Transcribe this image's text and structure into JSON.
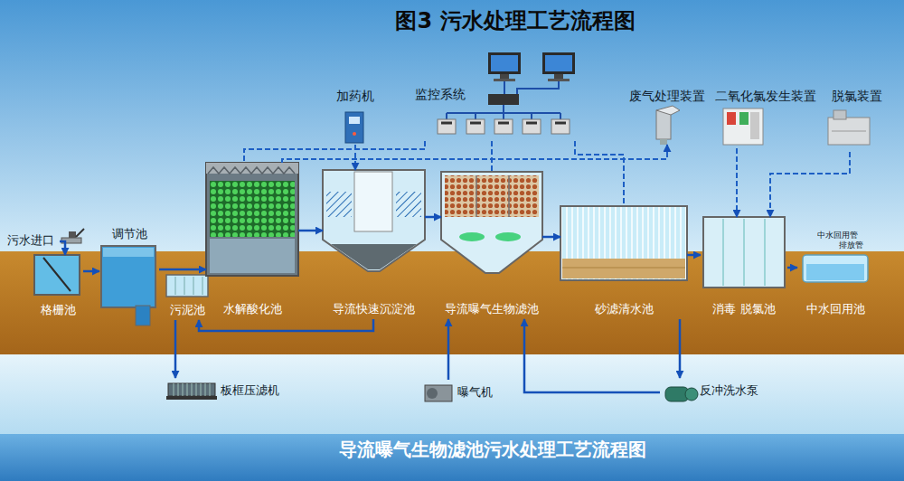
{
  "diagram": {
    "title": "图3 污水处理工艺流程图",
    "caption": "导流曝气生物滤池污水处理工艺流程图",
    "nodes": [
      {
        "text": [
          "污水进口"
        ]
      },
      {
        "text": [
          "格栅池"
        ]
      },
      {
        "text": [
          "调节池"
        ]
      },
      {
        "text": [
          "污泥池"
        ]
      },
      {
        "text": [
          "水解酸化池"
        ]
      },
      {
        "text": [
          "导流快速沉淀池"
        ]
      },
      {
        "text": [
          "导流曝气生物滤池"
        ]
      },
      {
        "text": [
          "砂滤清水池"
        ]
      },
      {
        "text": [
          "消毒 脱氯池"
        ]
      },
      {
        "text": [
          "中水回用池"
        ]
      },
      {
        "text": [
          "加药机"
        ]
      },
      {
        "text": [
          "监控系统"
        ]
      },
      {
        "text": [
          "废气处理装置"
        ]
      },
      {
        "text": [
          "二氧化氯发生装置"
        ]
      },
      {
        "text": [
          "脱氯装置"
        ]
      },
      {
        "text": [
          "板框压滤机"
        ]
      },
      {
        "text": [
          "曝气机"
        ]
      },
      {
        "text": [
          "反冲洗水泵"
        ]
      }
    ],
    "edges": [
      {
        "from": 0,
        "to": 1,
        "arrow": "to"
      },
      {
        "from": 1,
        "to": 2,
        "arrow": "to"
      },
      {
        "from": 2,
        "to": 4,
        "arrow": "to"
      },
      {
        "from": 4,
        "to": 5,
        "arrow": "to"
      },
      {
        "from": 5,
        "to": 6,
        "arrow": "to"
      },
      {
        "from": 6,
        "to": 7,
        "arrow": "to"
      },
      {
        "from": 7,
        "to": 8,
        "arrow": "to"
      },
      {
        "from": 8,
        "to": 9,
        "arrow": "to"
      },
      {
        "from": 5,
        "to": 3,
        "arrow": "to"
      },
      {
        "from": 3,
        "to": 15,
        "arrow": "to"
      },
      {
        "from": 10,
        "to": 5,
        "arrow": "to"
      },
      {
        "from": 11,
        "to": 4,
        "arrow": "none"
      },
      {
        "from": 11,
        "to": 6,
        "arrow": "none"
      },
      {
        "from": 11,
        "to": 7,
        "arrow": "none"
      },
      {
        "from": 4,
        "to": 12,
        "arrow": "to"
      },
      {
        "from": 13,
        "to": 8,
        "arrow": "to"
      },
      {
        "from": 14,
        "to": 8,
        "arrow": "to"
      },
      {
        "from": 16,
        "to": 6,
        "arrow": "to"
      },
      {
        "from": 7,
        "to": 17,
        "arrow": "to"
      },
      {
        "from": 17,
        "to": 6,
        "arrow": "to"
      }
    ],
    "labels": [
      "中水回用管",
      "排放管"
    ]
  }
}
